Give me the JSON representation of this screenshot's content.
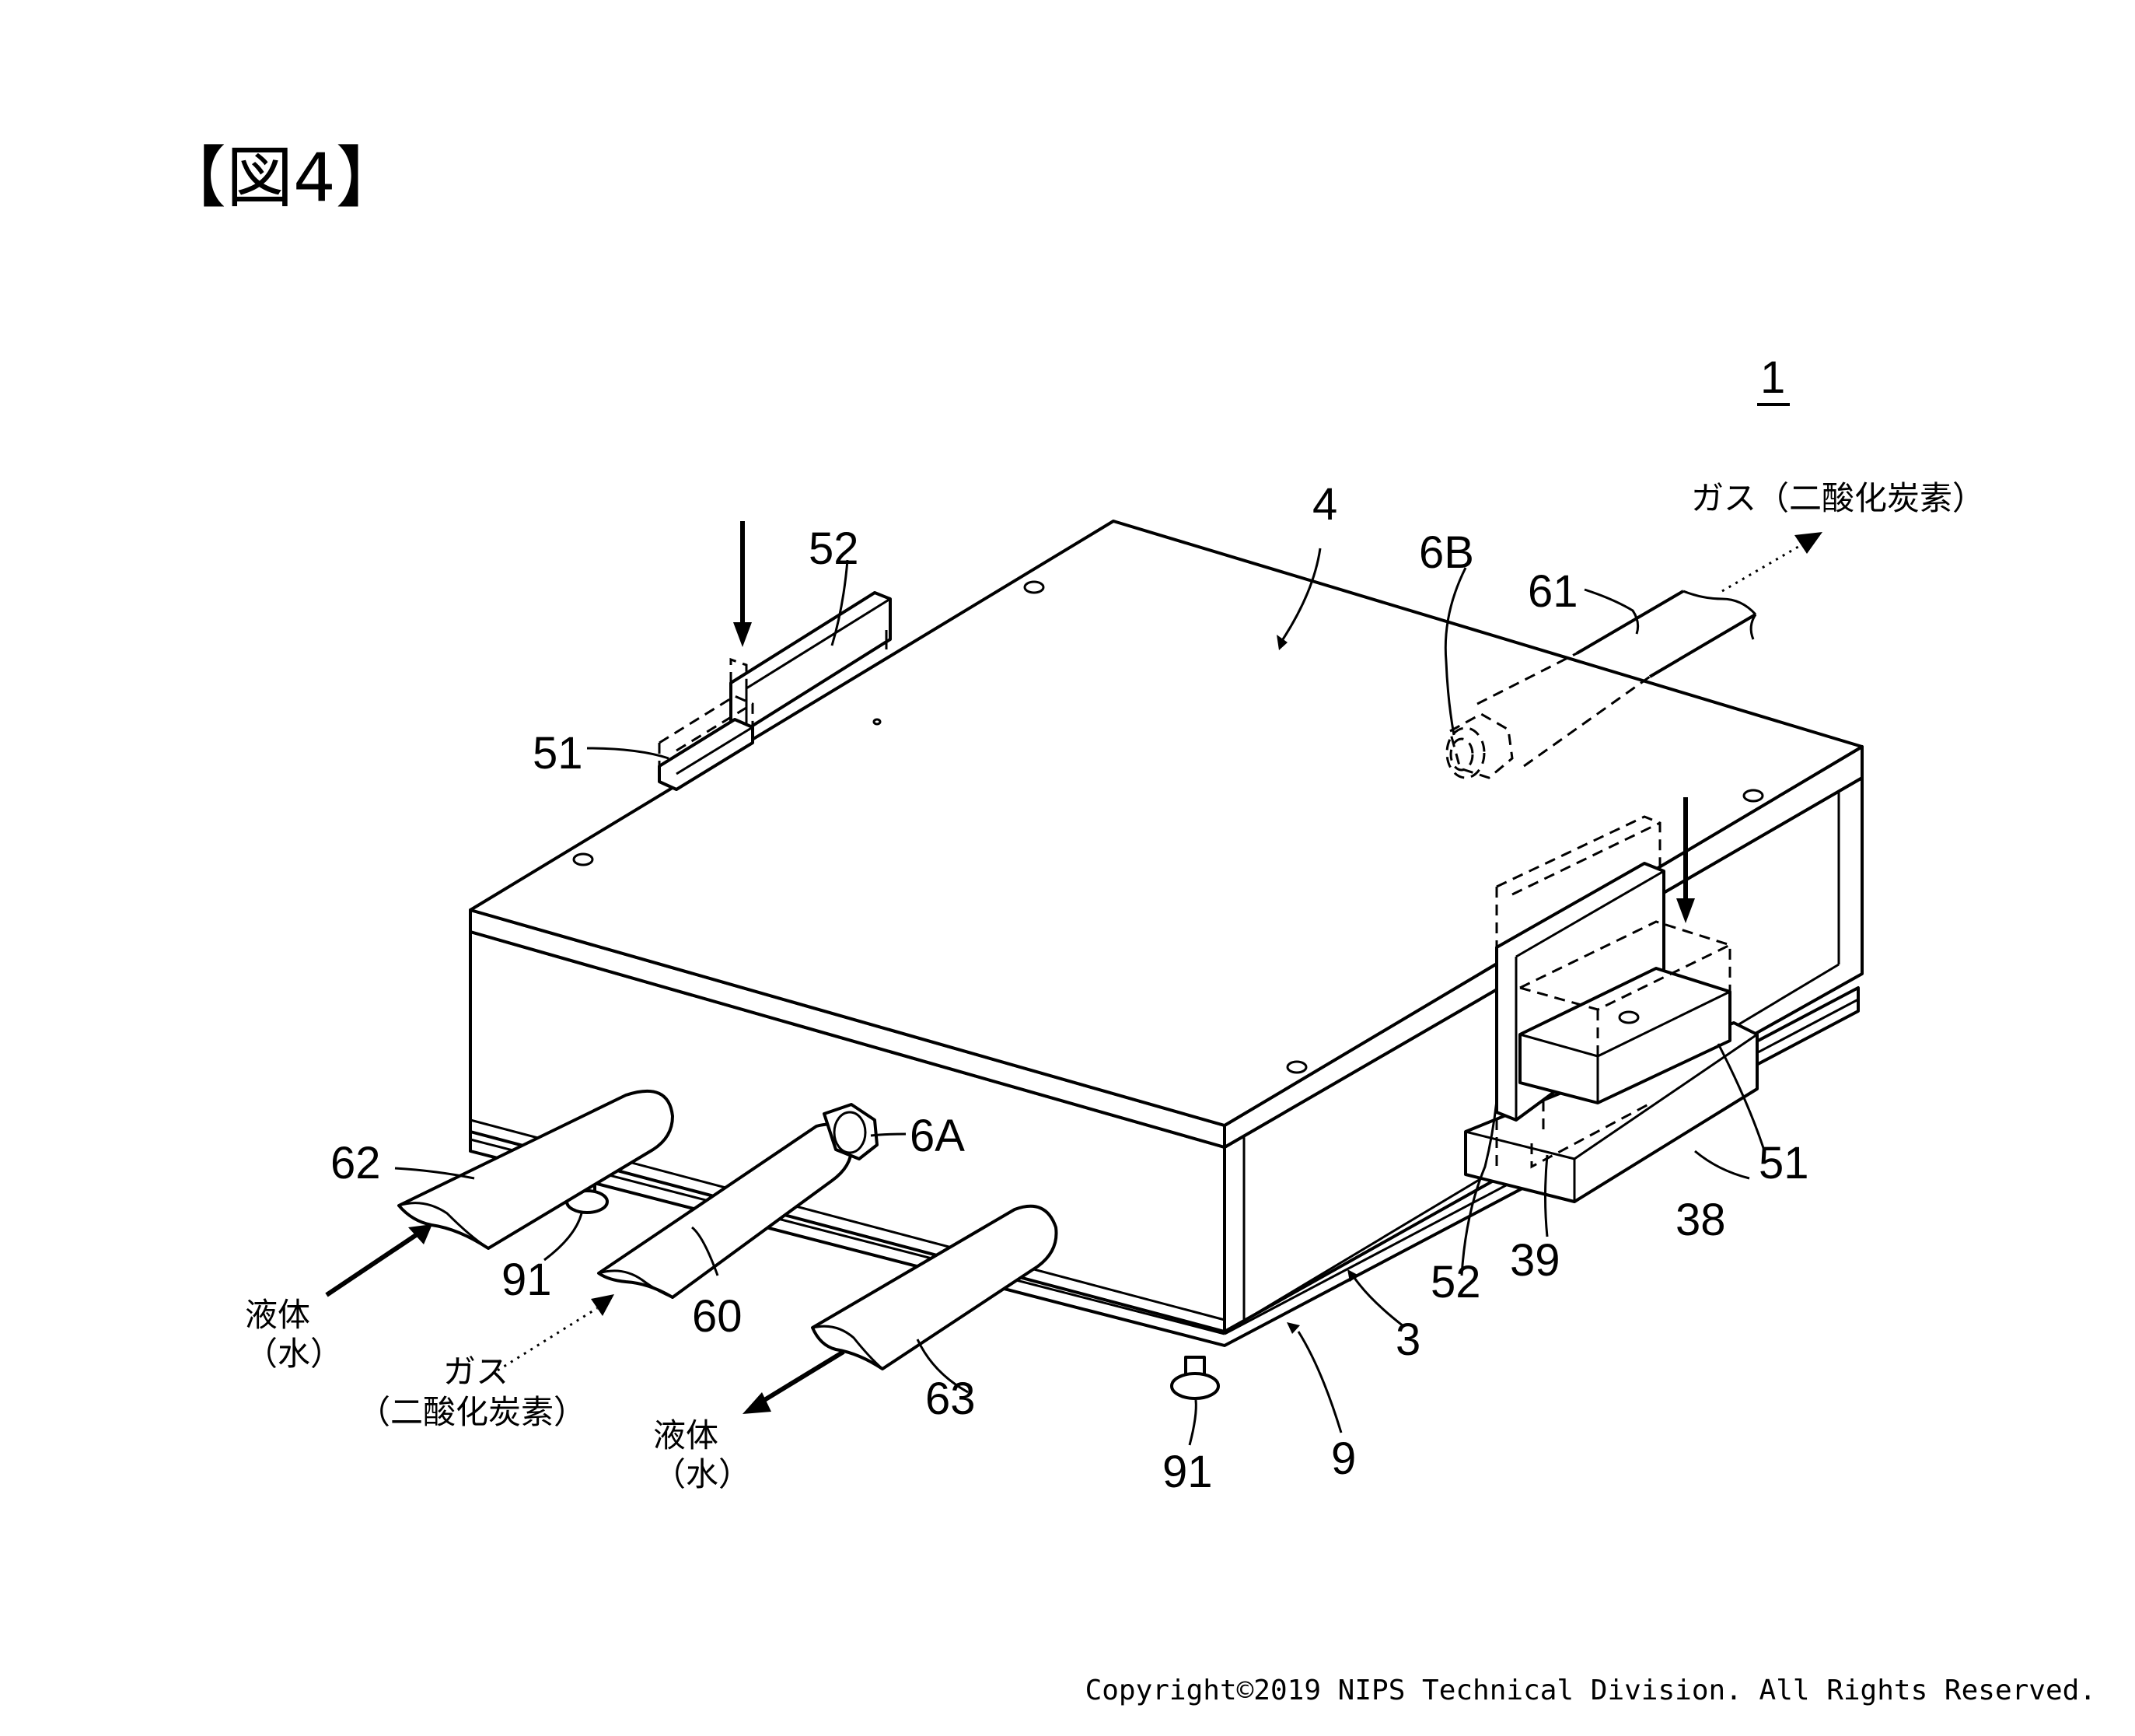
{
  "figure_title": "【図4】",
  "labels": {
    "device": "1",
    "top_cover": "4",
    "side_panel": "3",
    "base_frame": "9",
    "fitting_6a": "6A",
    "fitting_6b": "6B",
    "pipe_60": "60",
    "pipe_61": "61",
    "pipe_62": "62",
    "pipe_63": "63",
    "foot_left": "91",
    "foot_right": "91",
    "plate_51_left": "51",
    "plate_52_left": "52",
    "plate_51_right": "51",
    "plate_52_right": "52",
    "block_38": "38",
    "block_39": "39"
  },
  "annotations": {
    "gas_out": "ガス（二酸化炭素）",
    "liquid_in_line1": "液体",
    "liquid_in_line2": "（水）",
    "gas_in_line1": "ガス",
    "gas_in_line2": "（二酸化炭素）",
    "liquid_out_line1": "液体",
    "liquid_out_line2": "（水）"
  },
  "copyright": "Copyright©2019 NIPS Technical Division. All Rights Reserved."
}
